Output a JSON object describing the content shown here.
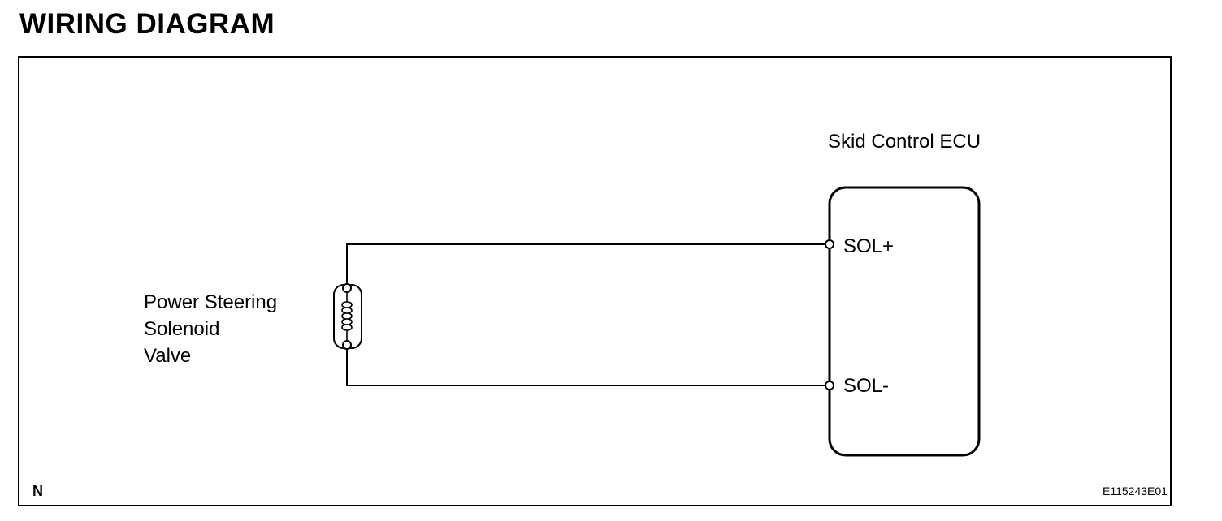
{
  "title": "WIRING DIAGRAM",
  "components": {
    "solenoid": {
      "label_lines": [
        "Power Steering",
        "Solenoid",
        "Valve"
      ]
    },
    "ecu": {
      "label": "Skid Control ECU",
      "terminals": [
        "SOL+",
        "SOL-"
      ]
    }
  },
  "corner_mark": "N",
  "figure_code": "E115243E01"
}
